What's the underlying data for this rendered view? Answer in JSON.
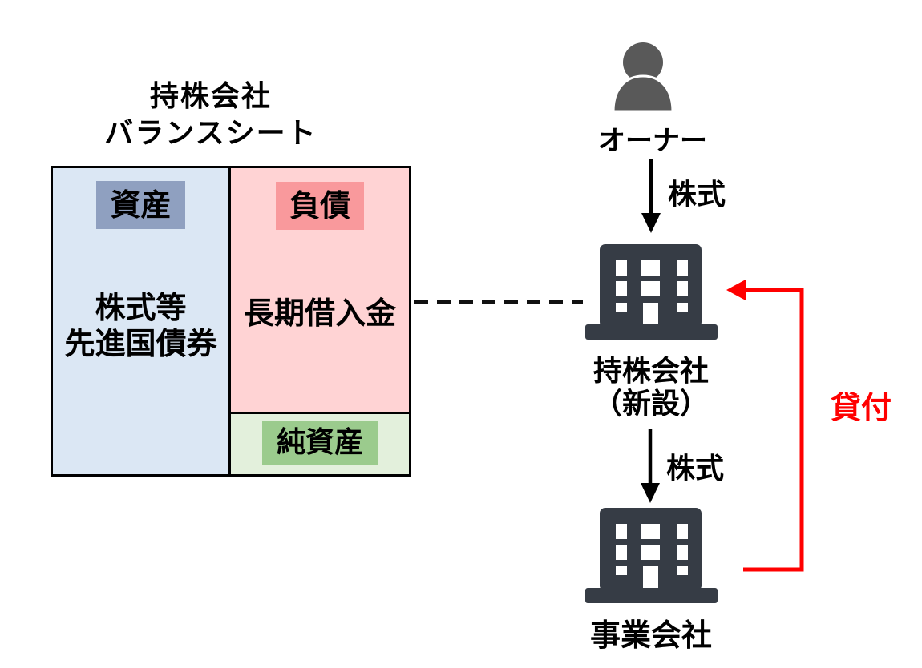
{
  "balance_sheet": {
    "title_line1": "持株会社",
    "title_line2": "バランスシート",
    "assets": {
      "badge": "資産",
      "content_line1": "株式等",
      "content_line2": "先進国債券"
    },
    "liabilities": {
      "badge": "負債",
      "content": "長期借入金"
    },
    "net_assets": {
      "badge": "純資産"
    }
  },
  "org_chart": {
    "owner_label": "オーナー",
    "stock_label_top": "株式",
    "holding_company_line1": "持株会社",
    "holding_company_line2": "（新設）",
    "stock_label_bottom": "株式",
    "operating_company_label": "事業会社",
    "loan_label": "貸付"
  },
  "colors": {
    "assets_bg": "#dbe7f4",
    "assets_badge": "#8fa0c0",
    "liabilities_bg": "#ffd3d4",
    "liabilities_badge": "#f9999c",
    "net_assets_bg": "#e3f0dc",
    "net_assets_badge": "#9bcb8d",
    "building_icon": "#363c45",
    "person_icon": "#595959",
    "loan_red": "#ff0000",
    "line_black": "#000000"
  },
  "icons": {
    "owner": "person-icon",
    "holding_company": "building-icon",
    "operating_company": "building-icon"
  }
}
